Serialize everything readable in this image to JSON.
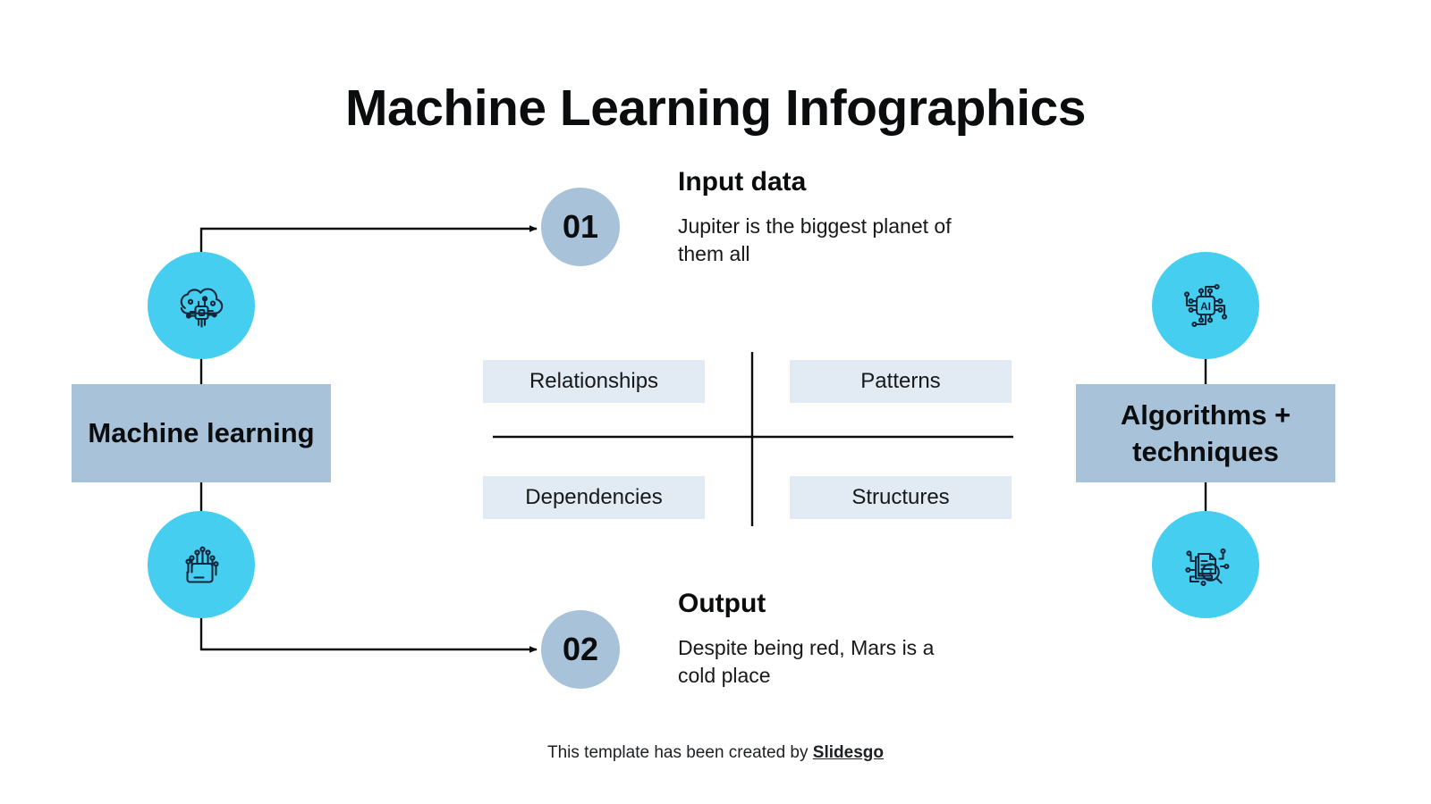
{
  "title": "Machine Learning Infographics",
  "colors": {
    "cyan": "#45CEF0",
    "blue_grey": "#A8C2D9",
    "pale_blue": "#E2EAF3",
    "ink": "#0b0c0e",
    "background": "#ffffff"
  },
  "left_column": {
    "box_label": "Machine learning",
    "top_icon": "ai-brain-cloud-chip-icon",
    "bottom_icon": "laptop-circuit-nodes-icon"
  },
  "right_column": {
    "box_label": "Algorithms + techniques",
    "top_icon": "ai-chip-circuit-icon",
    "bottom_icon": "document-magnifier-text-icon"
  },
  "steps": [
    {
      "number": "01",
      "heading": "Input data",
      "body": "Jupiter is the biggest planet of them all"
    },
    {
      "number": "02",
      "heading": "Output",
      "body": "Despite being red, Mars is a cold place"
    }
  ],
  "quadrant": {
    "top_left": "Relationships",
    "top_right": "Patterns",
    "bottom_left": "Dependencies",
    "bottom_right": "Structures"
  },
  "footer": {
    "text": "This template has been created by ",
    "brand": "Slidesgo"
  }
}
